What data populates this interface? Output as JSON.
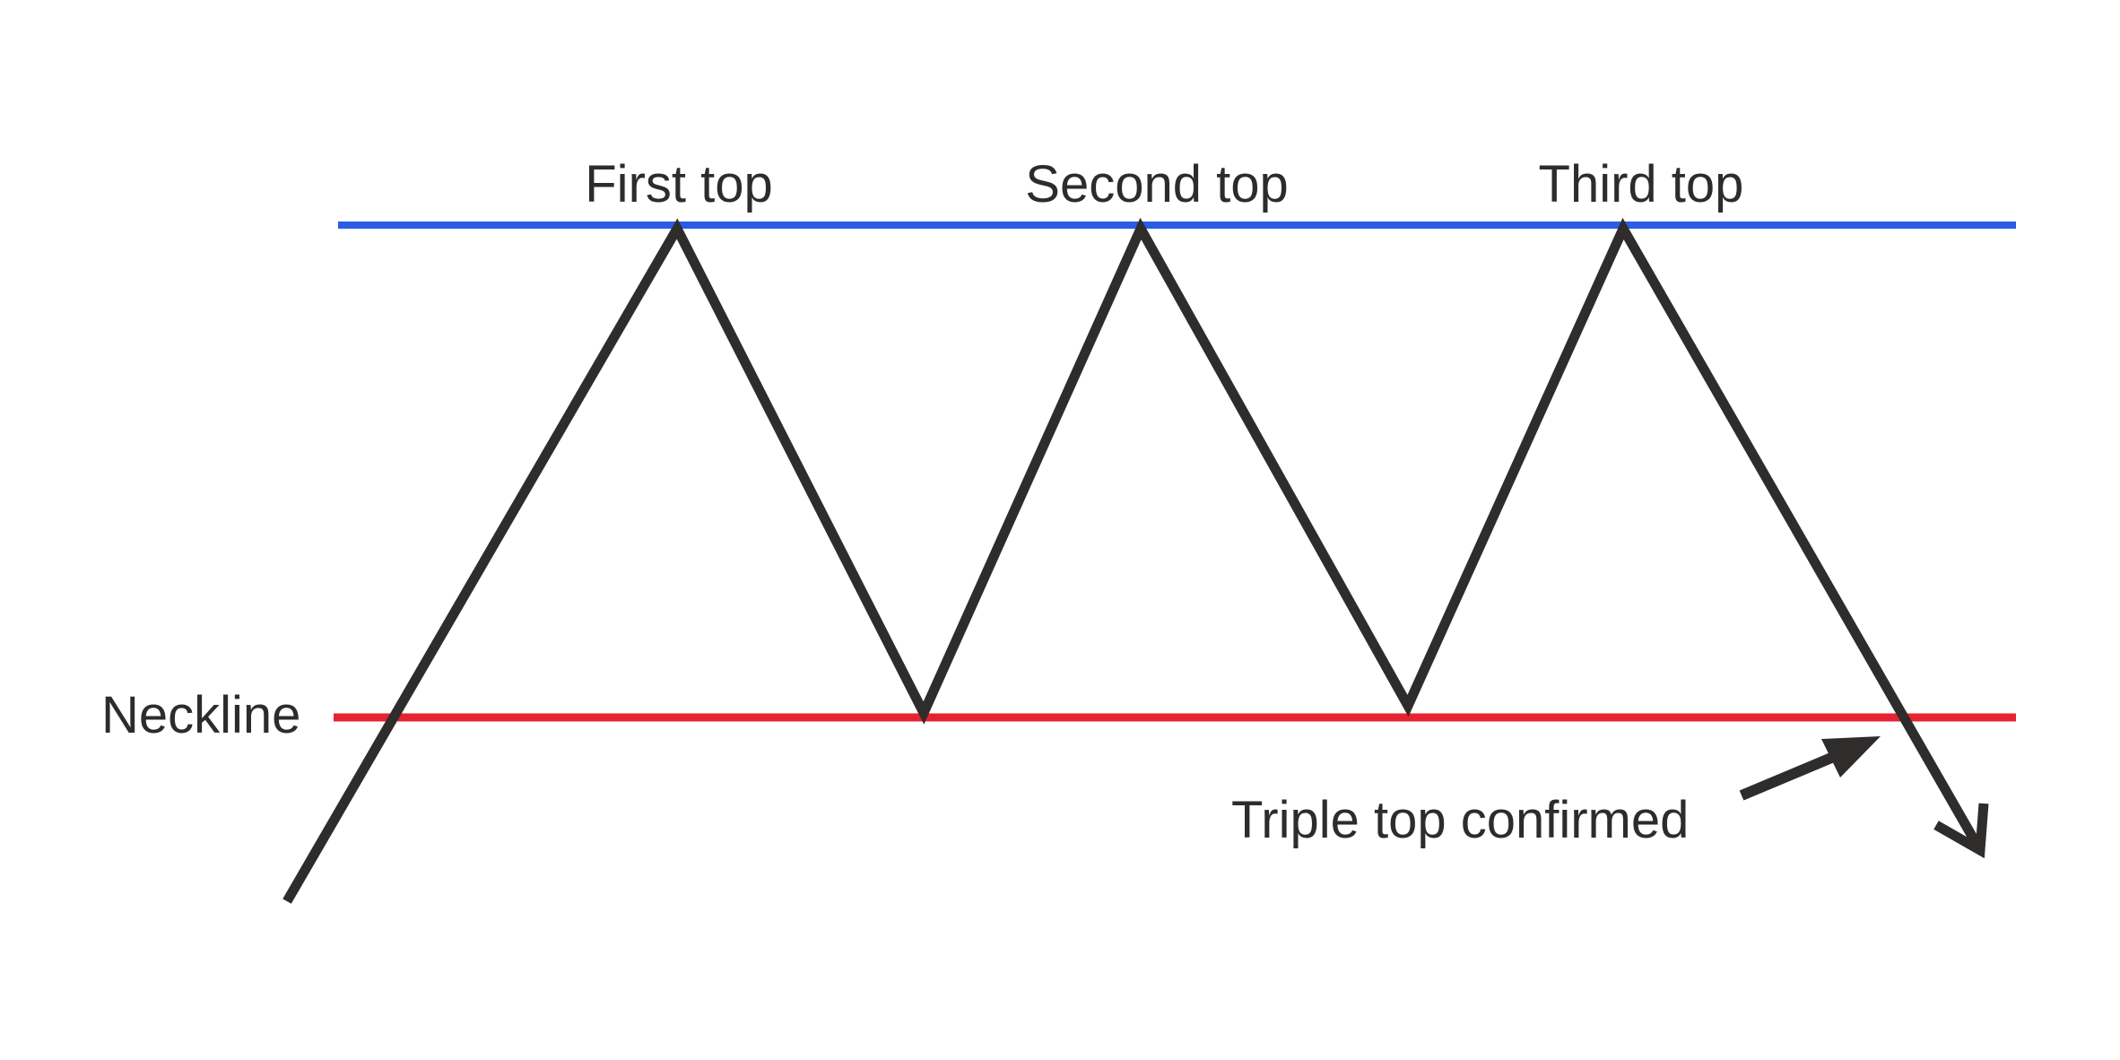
{
  "labels": {
    "first_top": "First top",
    "second_top": "Second top",
    "third_top": "Third top",
    "neckline": "Neckline",
    "confirmation": "Triple top confirmed"
  },
  "colors": {
    "resistance_line": "#2a5ce5",
    "neckline_line": "#e62330",
    "price_line": "#2f2c2c",
    "text": "#2e2b2b",
    "background": "#ffffff"
  }
}
